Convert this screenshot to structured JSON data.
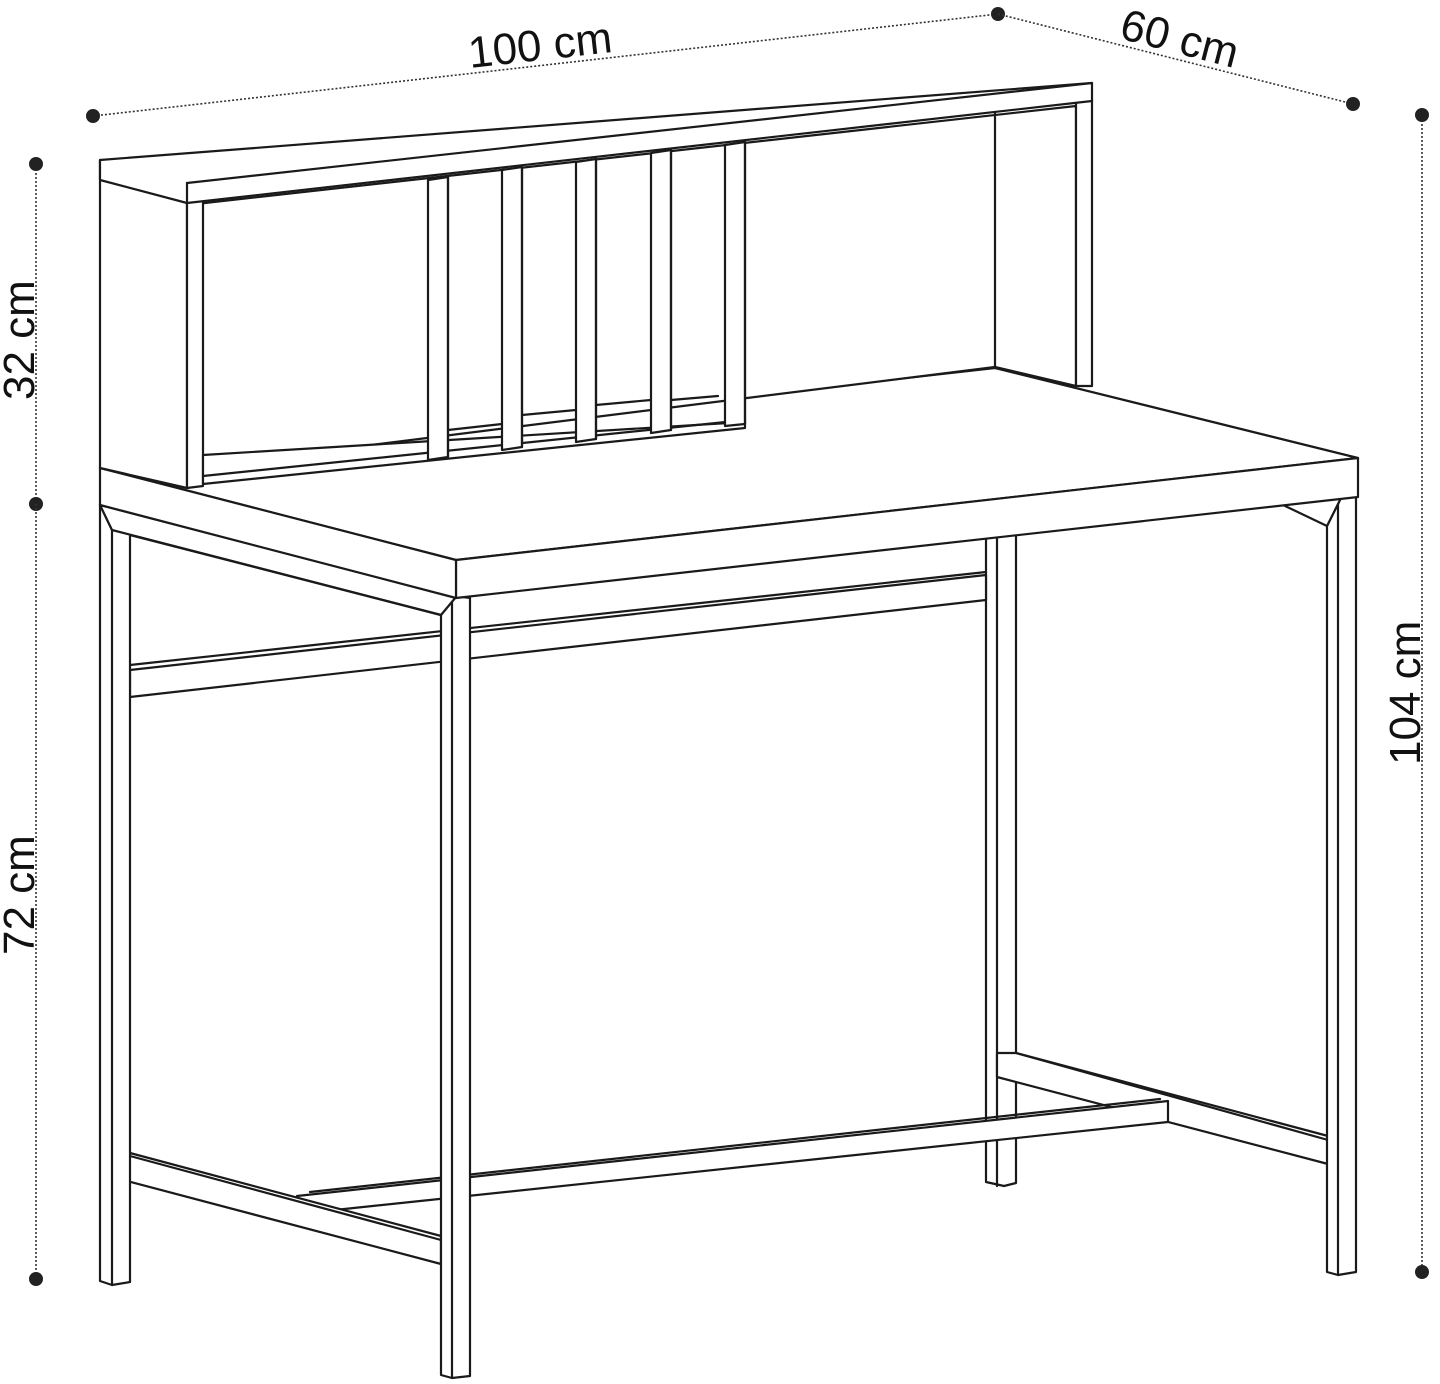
{
  "drawing": {
    "subject": "Desk with hutch — dimensioned line drawing",
    "line_color": "#1a1a1a",
    "background": "#ffffff"
  },
  "dimensions": {
    "width": {
      "label": "100 cm",
      "value": 100,
      "unit": "cm"
    },
    "depth": {
      "label": "60 cm",
      "value": 60,
      "unit": "cm"
    },
    "hutch_height": {
      "label": "32 cm",
      "value": 32,
      "unit": "cm"
    },
    "desk_height": {
      "label": "72 cm",
      "value": 72,
      "unit": "cm"
    },
    "total_height": {
      "label": "104 cm",
      "value": 104,
      "unit": "cm"
    }
  },
  "components": {
    "hutch_dividers": 5,
    "legs": 4
  }
}
